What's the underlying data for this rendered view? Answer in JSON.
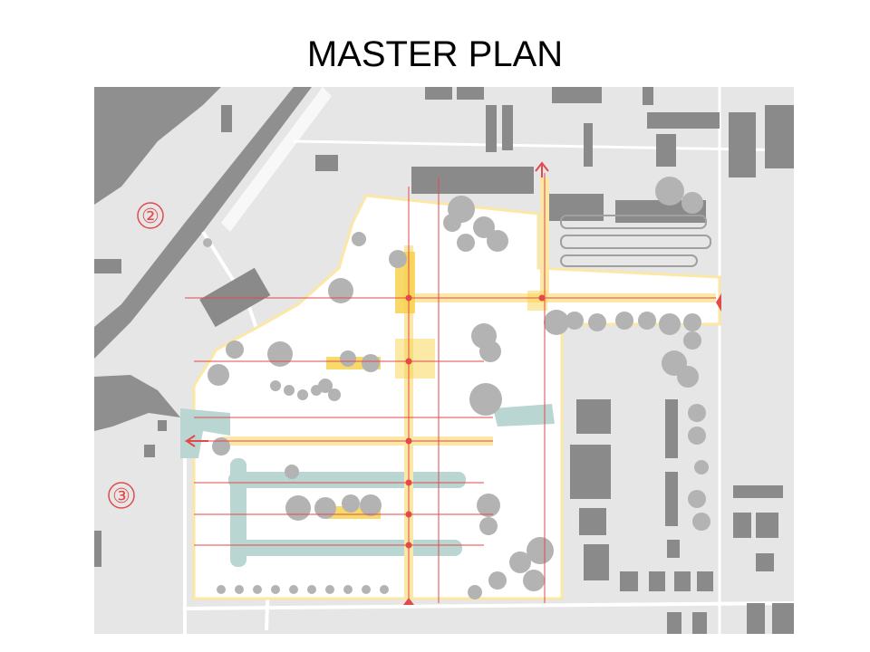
{
  "slide": {
    "title": "MASTER PLAN"
  },
  "map": {
    "district_labels": [
      "②",
      "③"
    ],
    "colors": {
      "background": "#e6e6e6",
      "site": "#ffffff",
      "building": "#8a8a8a",
      "tree": "#b3b3b3",
      "water": "#b9d6d3",
      "path": "#fbe7a6",
      "plaza": "#f7d34e",
      "axis": "#e24a4a"
    }
  }
}
